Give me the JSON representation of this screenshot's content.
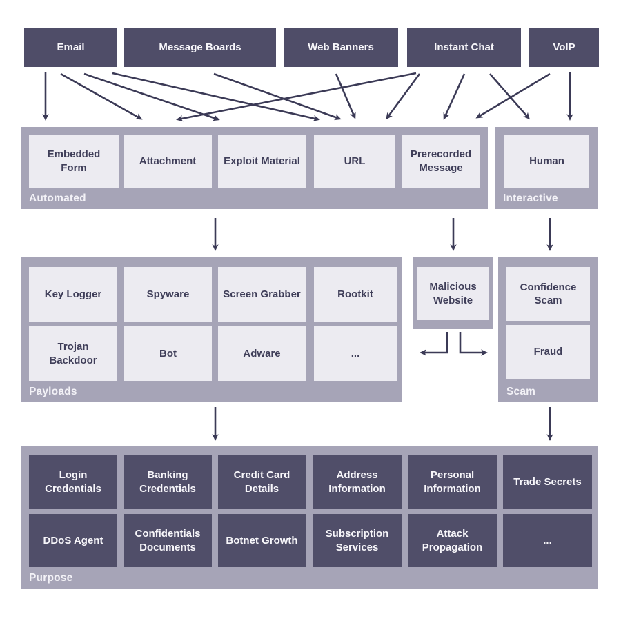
{
  "title": "Phishing delivery and payload flow diagram",
  "colors": {
    "dark_box": "#4f4d68",
    "group_background": "#a6a4b7",
    "light_box": "#ecebf1",
    "arrow": "#3b3a56",
    "light_text": "#f7f6fa",
    "dark_text": "#3f3e59"
  },
  "sources": {
    "email": "Email",
    "message_boards": "Message Boards",
    "web_banners": "Web Banners",
    "instant_chat": "Instant Chat",
    "voip": "VoIP"
  },
  "automated": {
    "label": "Automated",
    "items": {
      "embedded_form": "Embedded Form",
      "attachment": "Attachment",
      "exploit_material": "Exploit Material",
      "url": "URL",
      "prerecorded_message": "Prerecorded Message"
    }
  },
  "interactive": {
    "label": "Interactive",
    "items": {
      "human": "Human"
    }
  },
  "payloads": {
    "label": "Payloads",
    "items": {
      "key_logger": "Key Logger",
      "spyware": "Spyware",
      "screen_grabber": "Screen Grabber",
      "rootkit": "Rootkit",
      "trojan_backdoor": "Trojan Backdoor",
      "bot": "Bot",
      "adware": "Adware",
      "more": "..."
    }
  },
  "malicious_website": {
    "items": {
      "malicious_website": "Malicious Website"
    }
  },
  "scam": {
    "label": "Scam",
    "items": {
      "confidence_scam": "Confidence Scam",
      "fraud": "Fraud"
    }
  },
  "purpose": {
    "label": "Purpose",
    "items": {
      "login_credentials": "Login Credentials",
      "banking_credentials": "Banking Credentials",
      "credit_card_details": "Credit Card Details",
      "address_information": "Address Information",
      "personal_information": "Personal Information",
      "trade_secrets": "Trade Secrets",
      "ddos_agent": "DDoS Agent",
      "confidentials_documents": "Confidentials Documents",
      "botnet_growth": "Botnet Growth",
      "subscription_services": "Subscription Services",
      "attack_propagation": "Attack Propagation",
      "more": "..."
    }
  }
}
